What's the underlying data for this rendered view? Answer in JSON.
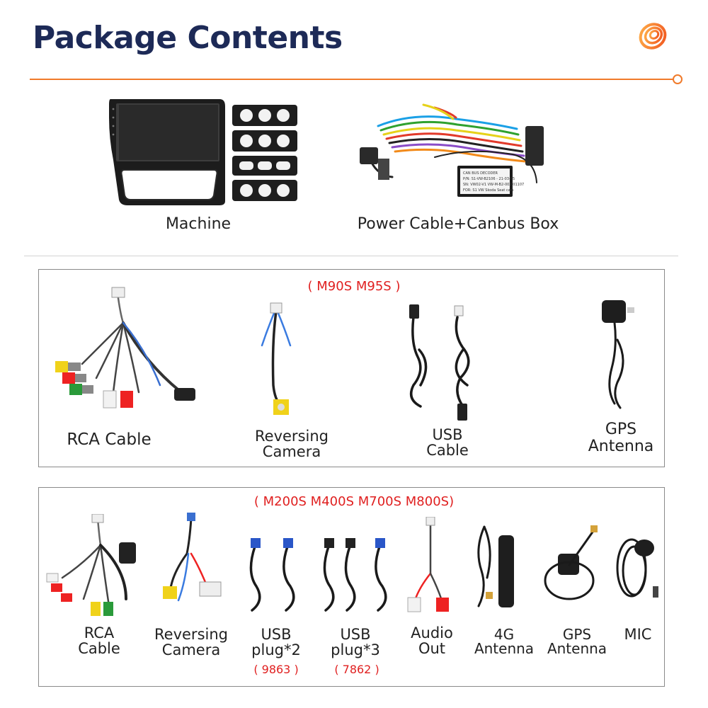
{
  "page": {
    "title": "Package Contents"
  },
  "top": {
    "machine_label": "Machine",
    "power_label": "Power Cable+Canbus Box",
    "canbus_text": [
      "CAN BUS DECODER",
      "P/N: S1-VW-B2106 - 21-03-05",
      "SN: VW02-V1 VW-M-B2-002-01107",
      "FOR: S1  VW Skoda Seat cars"
    ]
  },
  "panel1": {
    "models": "( M90S M95S )",
    "items": [
      {
        "label": "RCA Cable"
      },
      {
        "label_line1": "Reversing",
        "label_line2": "Camera"
      },
      {
        "label_line1": "USB",
        "label_line2": "Cable"
      },
      {
        "label_line1": "GPS",
        "label_line2": "Antenna"
      }
    ]
  },
  "panel2": {
    "models": "( M200S M400S M700S M800S)",
    "items": [
      {
        "label_line1": "RCA",
        "label_line2": "Cable"
      },
      {
        "label_line1": "Reversing",
        "label_line2": "Camera"
      },
      {
        "label_line1": "USB",
        "label_line2": "plug*2",
        "note": "( 9863 )"
      },
      {
        "label_line1": "USB",
        "label_line2": "plug*3",
        "note": "( 7862 )"
      },
      {
        "label_line1": "Audio",
        "label_line2": "Out"
      },
      {
        "label_line1": "4G",
        "label_line2": "Antenna"
      },
      {
        "label_line1": "GPS",
        "label_line2": "Antenna"
      },
      {
        "label_line1": "MIC"
      }
    ]
  },
  "colors": {
    "title": "#1d2a57",
    "accent": "#f07a2a",
    "model_text": "#e02020",
    "panel_border": "#8a8a8a"
  },
  "icons": [
    "orange-spiral-logo"
  ]
}
